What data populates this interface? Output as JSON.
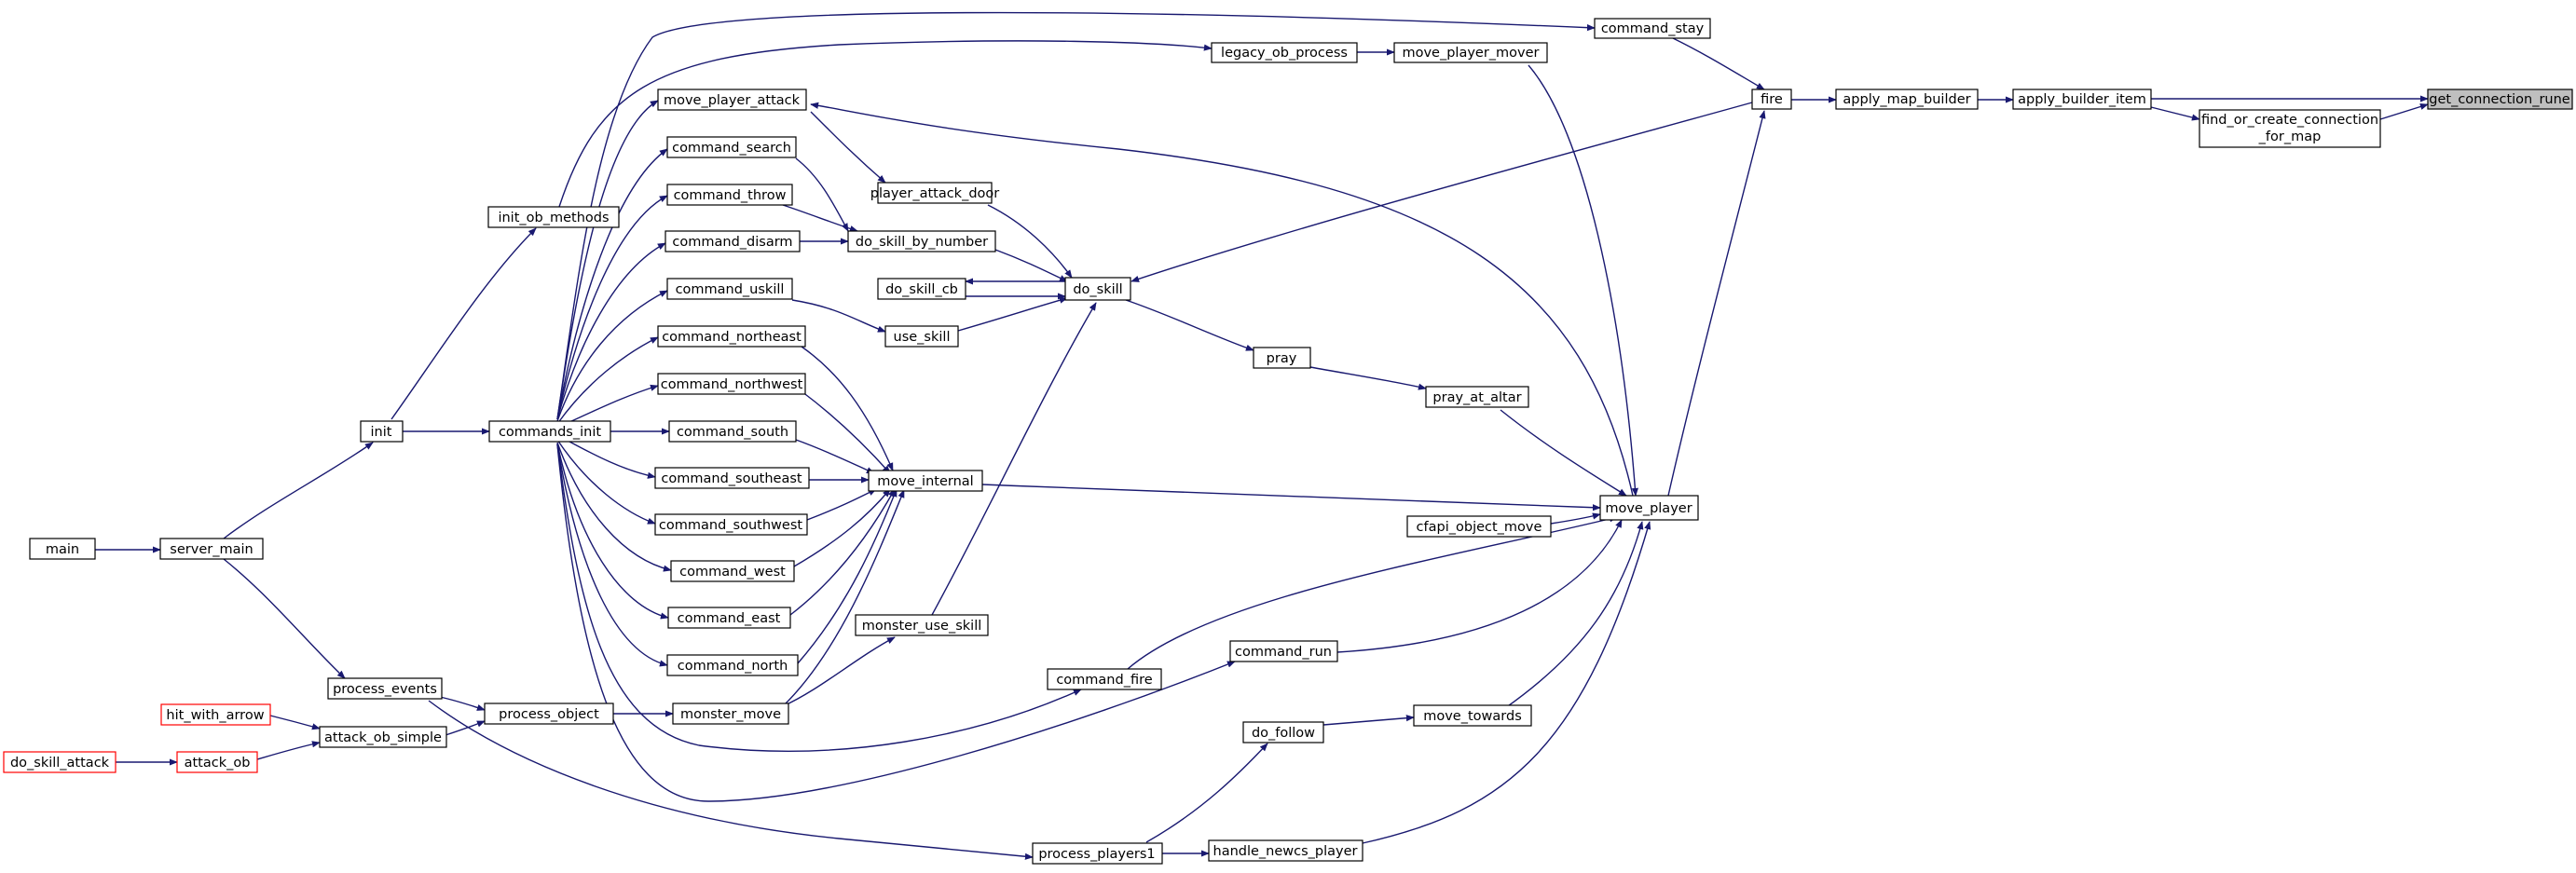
{
  "graph": {
    "title": "",
    "colors": {
      "edge": "#191970",
      "node_border": "#000000",
      "truncated_border": "#ff0000",
      "root_fill": "#bfbfbf"
    },
    "nodes": {
      "get_connection_rune": "get_connection_rune",
      "apply_builder_item": "apply_builder_item",
      "find_or_create_connection_for_map_l1": "find_or_create_connection",
      "find_or_create_connection_for_map_l2": "_for_map",
      "apply_map_builder": "apply_map_builder",
      "fire": "fire",
      "command_stay": "command_stay",
      "move_player": "move_player",
      "legacy_ob_process": "legacy_ob_process",
      "move_player_mover": "move_player_mover",
      "init_ob_methods": "init_ob_methods",
      "init": "init",
      "server_main": "server_main",
      "main": "main",
      "move_player_attack": "move_player_attack",
      "command_search": "command_search",
      "command_throw": "command_throw",
      "command_disarm": "command_disarm",
      "command_uskill": "command_uskill",
      "command_northeast": "command_northeast",
      "command_northwest": "command_northwest",
      "command_south": "command_south",
      "command_southeast": "command_southeast",
      "command_southwest": "command_southwest",
      "command_west": "command_west",
      "command_east": "command_east",
      "command_north": "command_north",
      "commands_init": "commands_init",
      "player_attack_door": "player_attack_door",
      "do_skill_by_number": "do_skill_by_number",
      "do_skill_cb": "do_skill_cb",
      "do_skill": "do_skill",
      "use_skill": "use_skill",
      "pray": "pray",
      "pray_at_altar": "pray_at_altar",
      "move_internal": "move_internal",
      "cfapi_object_move": "cfapi_object_move",
      "monster_use_skill": "monster_use_skill",
      "command_fire": "command_fire",
      "command_run": "command_run",
      "process_events": "process_events",
      "process_object": "process_object",
      "monster_move": "monster_move",
      "hit_with_arrow": "hit_with_arrow",
      "attack_ob_simple": "attack_ob_simple",
      "do_skill_attack": "do_skill_attack",
      "attack_ob": "attack_ob",
      "do_follow": "do_follow",
      "move_towards": "move_towards",
      "process_players1": "process_players1",
      "handle_newcs_player": "handle_newcs_player"
    }
  }
}
